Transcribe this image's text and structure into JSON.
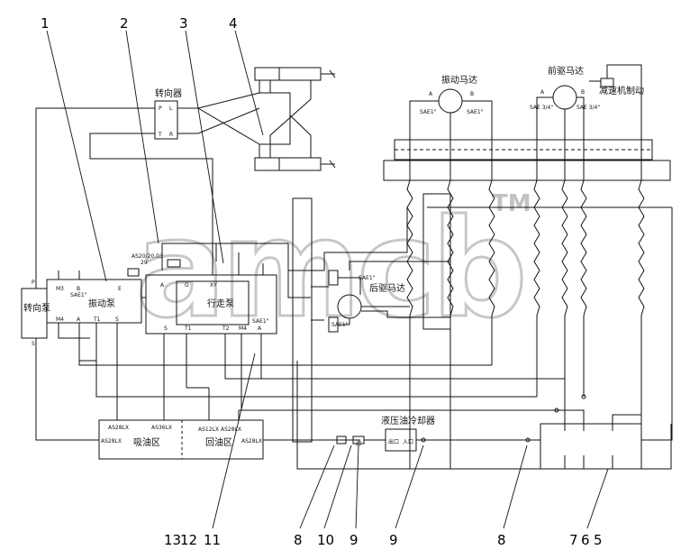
{
  "callouts": {
    "top": [
      "1",
      "2",
      "3",
      "4"
    ],
    "bottom": [
      "13",
      "12",
      "11",
      "8",
      "10",
      "9",
      "9",
      "8",
      "7",
      "6",
      "5"
    ]
  },
  "components": {
    "steering_gear": "转向器",
    "vibration_motor": "振动马达",
    "front_drive_motor": "前驱马达",
    "reducer_brake": "减速机制动",
    "rear_wheel_motor": "后驱马达",
    "steering_pump": "转向泵",
    "vibration_pump": "振动泵",
    "travel_pump": "行走泵",
    "suction_zone": "吸油区",
    "return_zone": "回油区",
    "oil_cooler": "液压油冷却器",
    "cooler_in": "出口",
    "cooler_out": "入口",
    "filter": "滤",
    "pump_note": "AS20/20.03",
    "pump_note2": "29"
  },
  "ports": {
    "sae1": "SAE1\"",
    "sae34": "SAE 3/4\"",
    "as28lx_1": "AS28LX",
    "as36lx": "AS36LX",
    "as12lx": "AS12LX",
    "as28lx_2": "AS28LX",
    "as28lx_3": "AS28LX",
    "as28lx_4": "AS28LX",
    "p": "P",
    "l": "L",
    "t": "T",
    "r": "R",
    "a": "A",
    "b": "B",
    "s": "S",
    "m3": "M3",
    "m4": "M4",
    "t1": "T1",
    "t2": "T2",
    "xy": "XY",
    "g": "G",
    "e": "E"
  },
  "watermark": {
    "logo": "amcb",
    "tm": "TM"
  }
}
